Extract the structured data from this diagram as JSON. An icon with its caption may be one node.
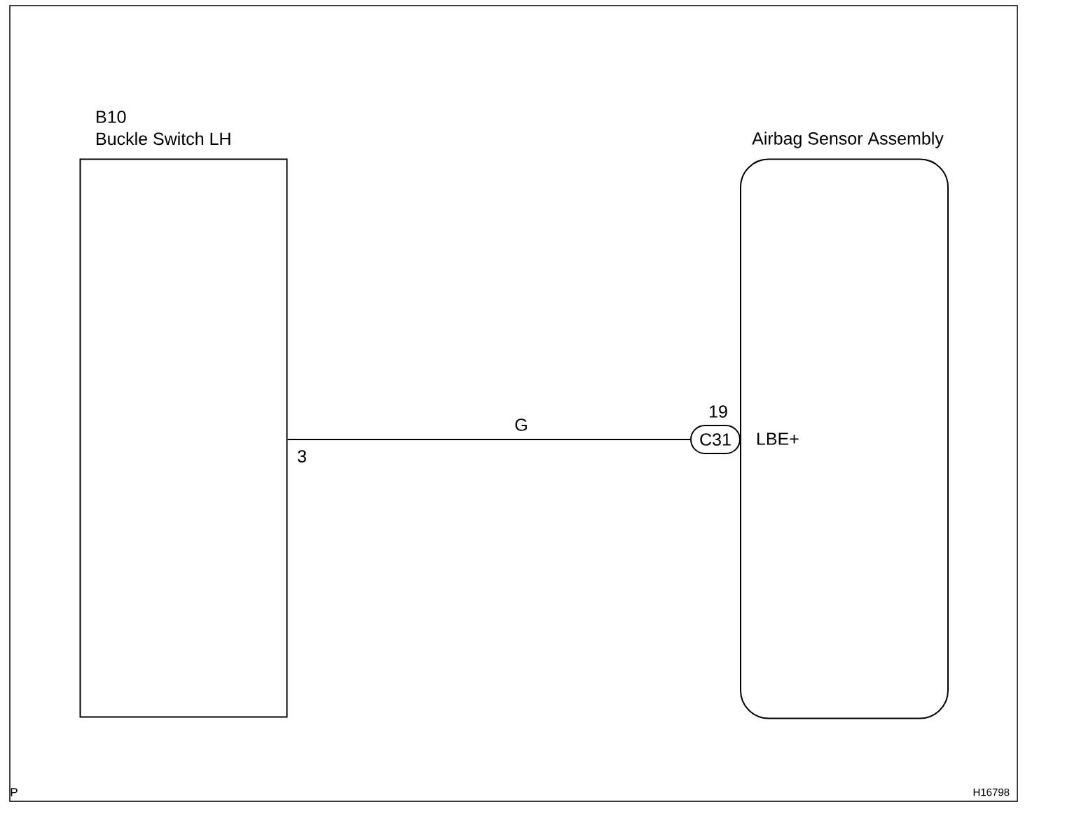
{
  "diagram": {
    "nodes": [
      {
        "text": [
          "B10",
          "Buckle Switch LH"
        ]
      },
      {
        "text": [
          "Airbag Sensor Assembly",
          "LBE+"
        ]
      },
      {
        "text": [
          "C31"
        ],
        "beside": [
          "19"
        ]
      }
    ],
    "edges": [
      {
        "from": 0,
        "to": 2,
        "arrow": "none",
        "label": "G"
      }
    ],
    "labels": [
      "3",
      "P",
      "H16798"
    ]
  }
}
